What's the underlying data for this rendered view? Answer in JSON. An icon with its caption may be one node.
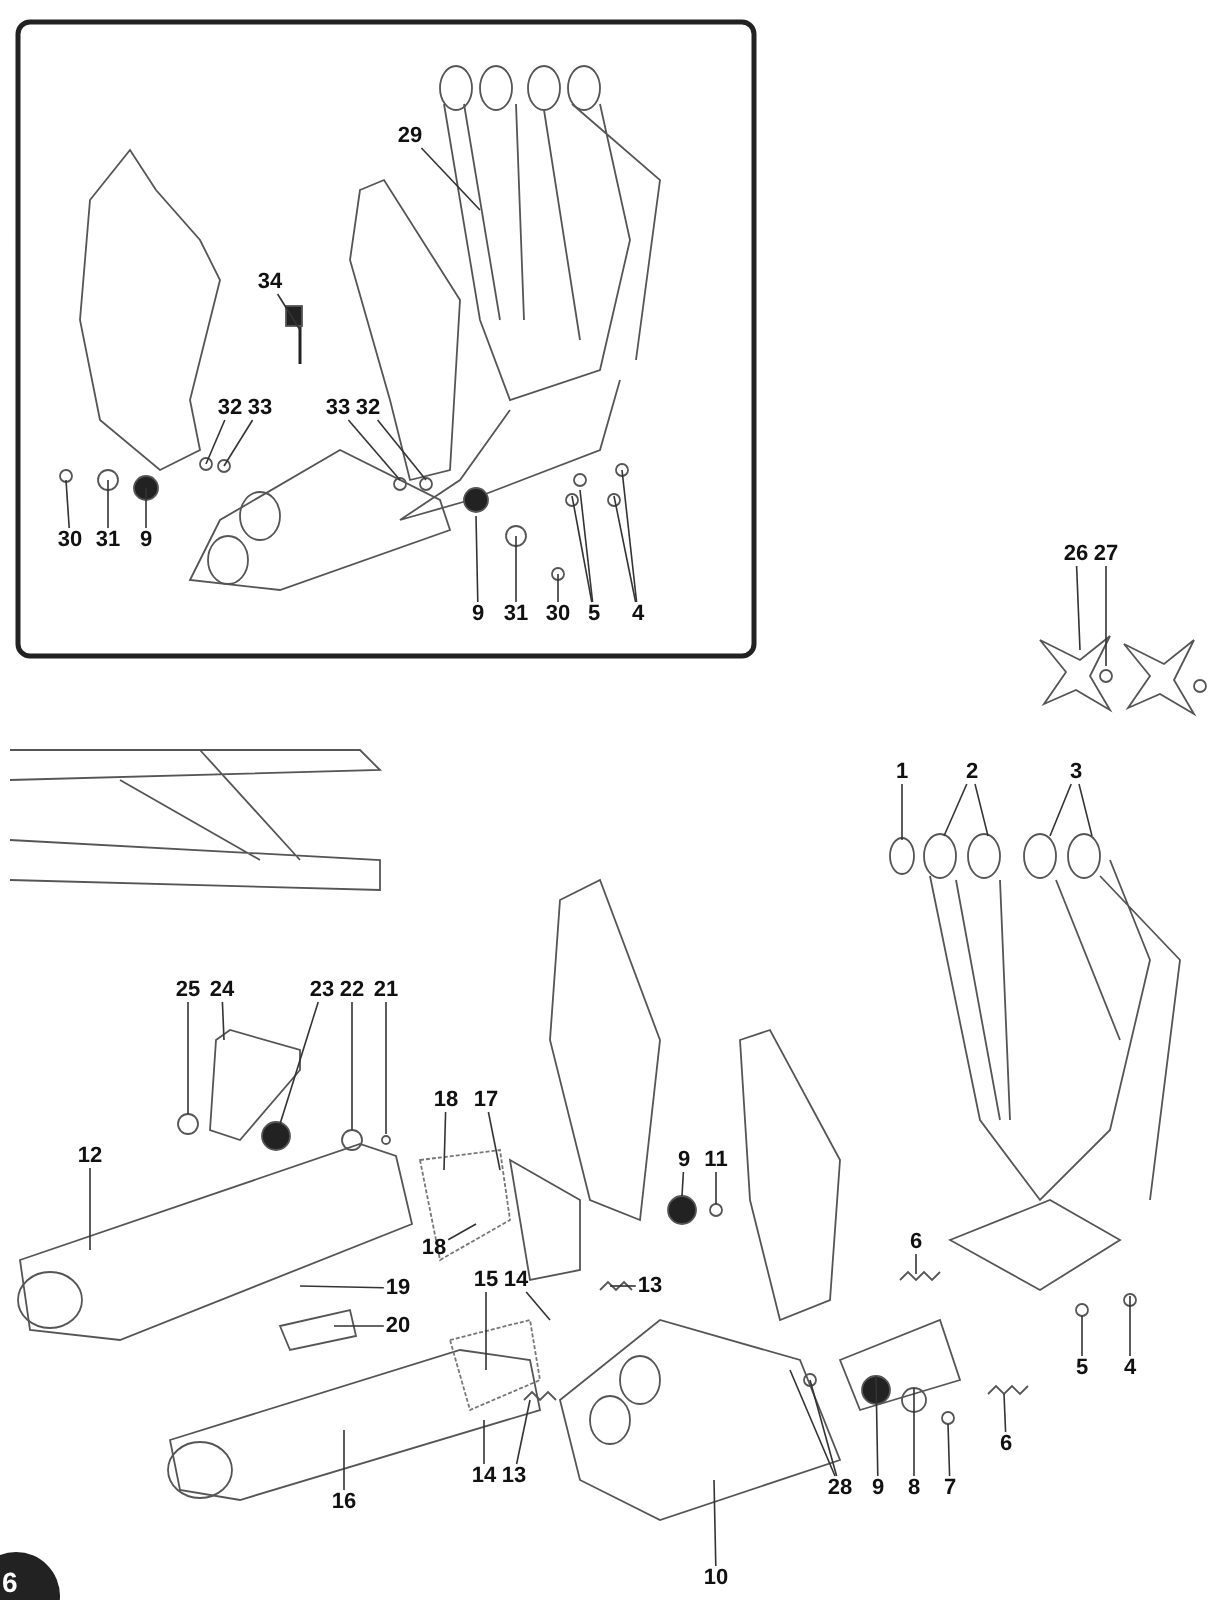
{
  "diagram": {
    "nodes": [
      {
        "text": [
          "29"
        ]
      },
      {
        "text": [
          "34"
        ]
      },
      {
        "text": [
          "32"
        ]
      },
      {
        "text": [
          "33"
        ]
      },
      {
        "text": [
          "33"
        ]
      },
      {
        "text": [
          "32"
        ]
      },
      {
        "text": [
          "30"
        ]
      },
      {
        "text": [
          "31"
        ]
      },
      {
        "text": [
          "9"
        ]
      },
      {
        "text": [
          "9"
        ]
      },
      {
        "text": [
          "31"
        ]
      },
      {
        "text": [
          "30"
        ]
      },
      {
        "text": [
          "5"
        ]
      },
      {
        "text": [
          "4"
        ]
      },
      {
        "text": [
          "26"
        ]
      },
      {
        "text": [
          "27"
        ]
      },
      {
        "text": [
          "1"
        ]
      },
      {
        "text": [
          "2"
        ]
      },
      {
        "text": [
          "3"
        ]
      },
      {
        "text": [
          "25"
        ]
      },
      {
        "text": [
          "24"
        ]
      },
      {
        "text": [
          "23"
        ]
      },
      {
        "text": [
          "22"
        ]
      },
      {
        "text": [
          "21"
        ]
      },
      {
        "text": [
          "18"
        ]
      },
      {
        "text": [
          "17"
        ]
      },
      {
        "text": [
          "12"
        ]
      },
      {
        "text": [
          "9"
        ]
      },
      {
        "text": [
          "11"
        ]
      },
      {
        "text": [
          "19"
        ]
      },
      {
        "text": [
          "18"
        ]
      },
      {
        "text": [
          "15"
        ]
      },
      {
        "text": [
          "14"
        ]
      },
      {
        "text": [
          "13"
        ]
      },
      {
        "text": [
          "6"
        ]
      },
      {
        "text": [
          "20"
        ]
      },
      {
        "text": [
          "5"
        ]
      },
      {
        "text": [
          "4"
        ]
      },
      {
        "text": [
          "6"
        ]
      },
      {
        "text": [
          "14"
        ]
      },
      {
        "text": [
          "13"
        ]
      },
      {
        "text": [
          "16"
        ]
      },
      {
        "text": [
          "28"
        ]
      },
      {
        "text": [
          "9"
        ]
      },
      {
        "text": [
          "8"
        ]
      },
      {
        "text": [
          "7"
        ]
      },
      {
        "text": [
          "10"
        ]
      }
    ],
    "edges": [
      {
        "from": 0,
        "to": null,
        "arrow": "none"
      },
      {
        "from": 1,
        "to": null,
        "arrow": "none"
      },
      {
        "from": 2,
        "to": null,
        "arrow": "none"
      },
      {
        "from": 3,
        "to": null,
        "arrow": "none"
      },
      {
        "from": 4,
        "to": null,
        "arrow": "none"
      },
      {
        "from": 5,
        "to": null,
        "arrow": "none"
      },
      {
        "from": 6,
        "to": null,
        "arrow": "none"
      },
      {
        "from": 7,
        "to": null,
        "arrow": "none"
      },
      {
        "from": 8,
        "to": null,
        "arrow": "none"
      },
      {
        "from": 9,
        "to": null,
        "arrow": "none"
      },
      {
        "from": 10,
        "to": null,
        "arrow": "none"
      },
      {
        "from": 11,
        "to": null,
        "arrow": "none"
      },
      {
        "from": 12,
        "to": null,
        "arrow": "none"
      },
      {
        "from": 13,
        "to": null,
        "arrow": "none"
      },
      {
        "from": 14,
        "to": null,
        "arrow": "none"
      },
      {
        "from": 15,
        "to": null,
        "arrow": "none"
      },
      {
        "from": 16,
        "to": null,
        "arrow": "none"
      },
      {
        "from": 17,
        "to": null,
        "arrow": "none"
      },
      {
        "from": 18,
        "to": null,
        "arrow": "none"
      },
      {
        "from": 19,
        "to": null,
        "arrow": "none"
      },
      {
        "from": 20,
        "to": null,
        "arrow": "none"
      },
      {
        "from": 21,
        "to": null,
        "arrow": "none"
      },
      {
        "from": 22,
        "to": null,
        "arrow": "none"
      },
      {
        "from": 23,
        "to": null,
        "arrow": "none"
      },
      {
        "from": 24,
        "to": null,
        "arrow": "none"
      },
      {
        "from": 25,
        "to": null,
        "arrow": "none"
      },
      {
        "from": 26,
        "to": null,
        "arrow": "none"
      },
      {
        "from": 27,
        "to": null,
        "arrow": "none"
      },
      {
        "from": 28,
        "to": null,
        "arrow": "none"
      },
      {
        "from": 29,
        "to": null,
        "arrow": "none"
      },
      {
        "from": 30,
        "to": null,
        "arrow": "none"
      },
      {
        "from": 31,
        "to": null,
        "arrow": "none"
      },
      {
        "from": 32,
        "to": null,
        "arrow": "none"
      },
      {
        "from": 33,
        "to": null,
        "arrow": "none"
      },
      {
        "from": 34,
        "to": null,
        "arrow": "none"
      },
      {
        "from": 35,
        "to": null,
        "arrow": "none"
      },
      {
        "from": 36,
        "to": null,
        "arrow": "none"
      },
      {
        "from": 37,
        "to": null,
        "arrow": "none"
      },
      {
        "from": 38,
        "to": null,
        "arrow": "none"
      },
      {
        "from": 39,
        "to": null,
        "arrow": "none"
      },
      {
        "from": 40,
        "to": null,
        "arrow": "none"
      },
      {
        "from": 41,
        "to": null,
        "arrow": "none"
      },
      {
        "from": 42,
        "to": null,
        "arrow": "none"
      },
      {
        "from": 43,
        "to": null,
        "arrow": "none"
      },
      {
        "from": 44,
        "to": null,
        "arrow": "none"
      },
      {
        "from": 45,
        "to": null,
        "arrow": "none"
      },
      {
        "from": 46,
        "to": null,
        "arrow": "none"
      },
      {
        "from": 12,
        "to": null,
        "arrow": "none"
      },
      {
        "from": 13,
        "to": null,
        "arrow": "none"
      },
      {
        "from": 17,
        "to": null,
        "arrow": "none"
      },
      {
        "from": 18,
        "to": null,
        "arrow": "none"
      },
      {
        "from": 42,
        "to": null,
        "arrow": "none"
      }
    ],
    "labels": [
      "6"
    ]
  }
}
